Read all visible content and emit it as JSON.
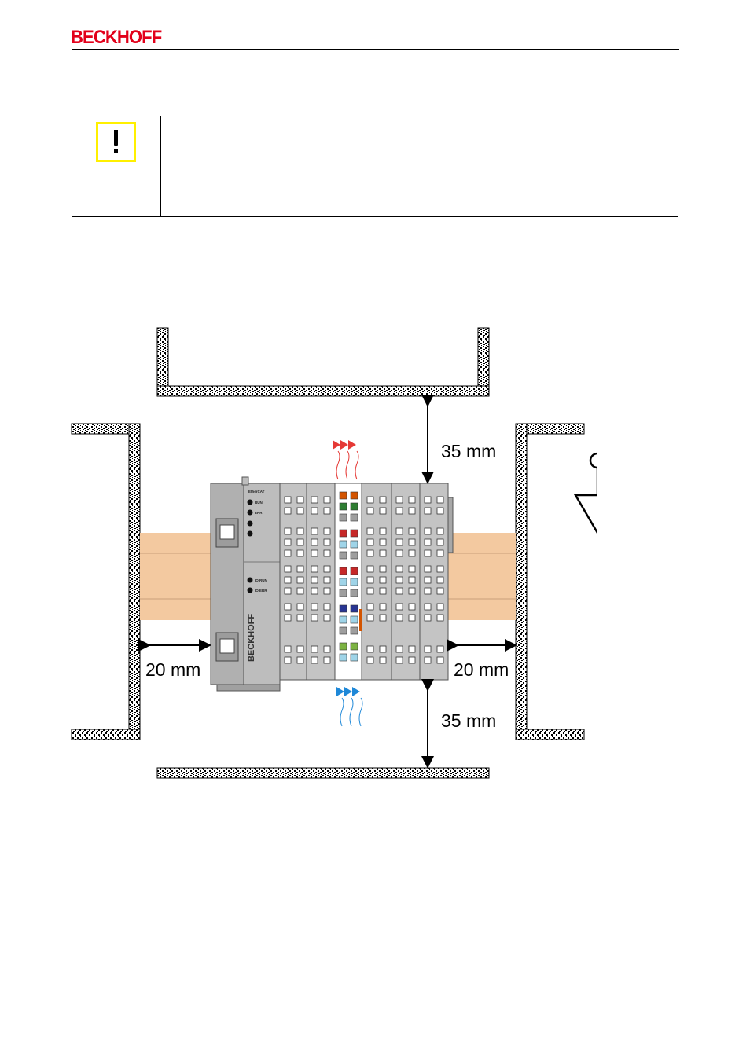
{
  "header": {
    "brand": "BECKHOFF",
    "brand_color": "#E2001A"
  },
  "note": {
    "icon": "exclamation-warning-icon",
    "icon_color": "#FFF000",
    "text": ""
  },
  "figure": {
    "clearance_top": "35 mm",
    "clearance_bottom": "35 mm",
    "clearance_left": "20 mm",
    "clearance_right": "20 mm",
    "device": {
      "coupler_name": "EtherCAT",
      "led_run": "RUN",
      "led_err": "ERR",
      "led_io_run": "IO RUN",
      "led_io_err": "IO ERR",
      "side_brand": "BECKHOFF"
    },
    "airflow_in_color": "#1E88D8",
    "airflow_out_color": "#E53935",
    "rail_color": "#F3C9A0",
    "ground_symbol": "ground-antenna-icon"
  }
}
